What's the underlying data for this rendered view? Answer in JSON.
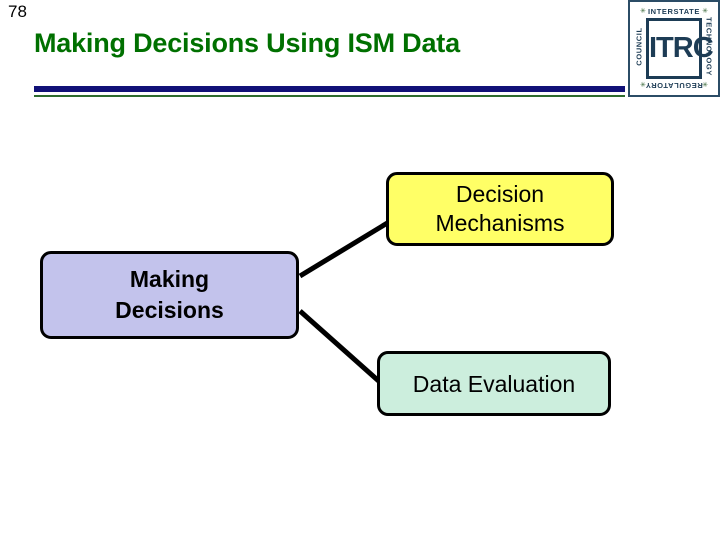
{
  "slide": {
    "number": "78",
    "title": "Making Decisions Using ISM Data",
    "title_color": "#007000",
    "background_color": "#ffffff"
  },
  "header": {
    "rule_navy_color": "#111177",
    "rule_green_color": "#2d6b2d"
  },
  "logo": {
    "name": "itrc-logo",
    "center_text": "ITRC",
    "ring_top": "INTERSTATE",
    "ring_right": "TECHNOLOGY",
    "ring_bottom": "REGULATORY",
    "ring_left": "COUNCIL",
    "color": "#1d3c55",
    "star_glyph": "✳"
  },
  "diagram": {
    "type": "node-link",
    "nodes": [
      {
        "id": "making-decisions",
        "label": "Making\nDecisions",
        "fill": "#c3c3ec",
        "border": "#000000",
        "bold": true
      },
      {
        "id": "decision-mechanisms",
        "label": "Decision\nMechanisms",
        "fill": "#ffff66",
        "border": "#000000",
        "bold": false
      },
      {
        "id": "data-evaluation",
        "label": "Data Evaluation",
        "fill": "#cceedd",
        "border": "#000000",
        "bold": false
      }
    ],
    "edges": [
      {
        "from": "making-decisions",
        "to": "decision-mechanisms"
      },
      {
        "from": "making-decisions",
        "to": "data-evaluation"
      }
    ],
    "edge_color": "#000000"
  }
}
